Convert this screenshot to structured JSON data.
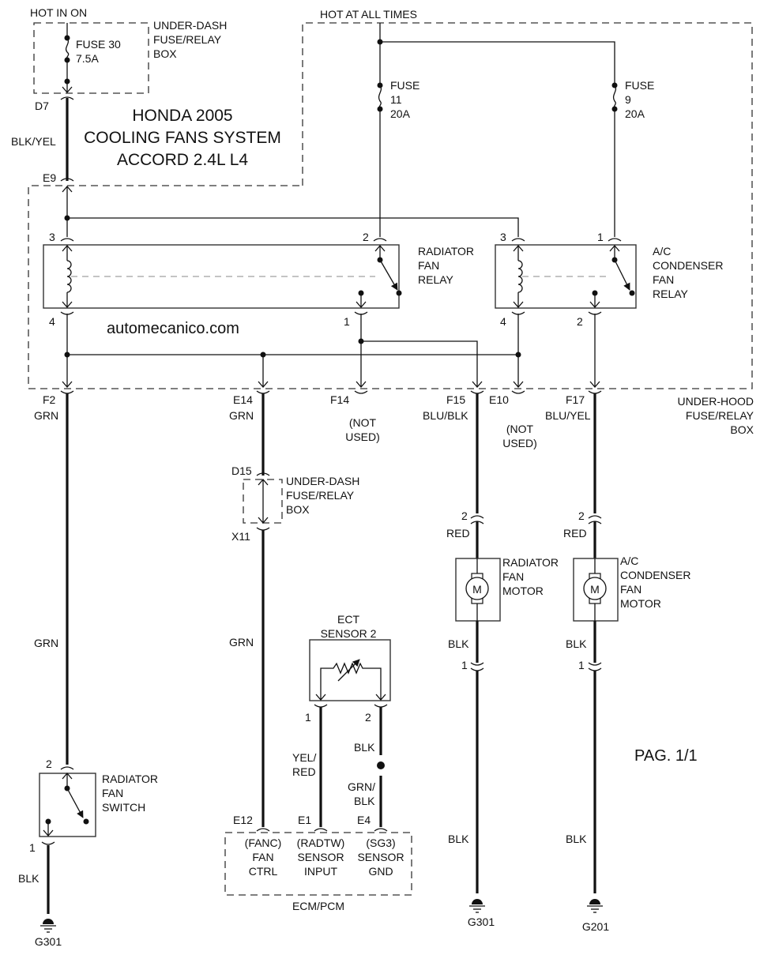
{
  "title": {
    "line1": "HONDA 2005",
    "line2": "COOLING FANS SYSTEM",
    "line3": "ACCORD 2.4L L4"
  },
  "watermark": "automecanico.com",
  "page_label": "PAG. 1/1",
  "power": {
    "hot_in_on": "HOT IN ON",
    "hot_at_all_times": "HOT AT ALL TIMES"
  },
  "boxes": {
    "under_dash_top": [
      "UNDER-DASH",
      "FUSE/RELAY",
      "BOX"
    ],
    "under_dash_mid": [
      "UNDER-DASH",
      "FUSE/RELAY",
      "BOX"
    ],
    "under_hood": [
      "UNDER-HOOD",
      "FUSE/RELAY",
      "BOX"
    ],
    "ecm": "ECM/PCM"
  },
  "fuses": [
    {
      "name": "FUSE 30",
      "rating": "7.5A"
    },
    {
      "name": "FUSE",
      "number": "11",
      "rating": "20A"
    },
    {
      "name": "FUSE",
      "number": "9",
      "rating": "20A"
    }
  ],
  "relays": {
    "radiator": {
      "label": [
        "RADIATOR",
        "FAN",
        "RELAY"
      ],
      "pins": {
        "coil_top": "3",
        "coil_bottom": "4",
        "switch_in": "2",
        "switch_out": "1"
      }
    },
    "condenser": {
      "label": [
        "A/C",
        "CONDENSER",
        "FAN",
        "RELAY"
      ],
      "pins": {
        "coil_top": "3",
        "coil_bottom": "4",
        "switch_in": "1",
        "switch_out": "2"
      }
    }
  },
  "connectors": {
    "D7": "D7",
    "E9": "E9",
    "F2": "F2",
    "E14": "E14",
    "F14": "F14",
    "F15": "F15",
    "E10": "E10",
    "F17": "F17",
    "D15": "D15",
    "X11": "X11",
    "E12": "E12",
    "E1": "E1",
    "E4": "E4"
  },
  "not_used": [
    "(NOT",
    "USED)"
  ],
  "wires": {
    "blk_yel": "BLK/YEL",
    "grn": "GRN",
    "blu_blk": "BLU/BLK",
    "blu_yel": "BLU/YEL",
    "red": "RED",
    "blk": "BLK",
    "yel_red": [
      "YEL/",
      "RED"
    ],
    "grn_blk": [
      "GRN/",
      "BLK"
    ]
  },
  "motors": {
    "radiator": {
      "label": [
        "RADIATOR",
        "FAN",
        "MOTOR"
      ],
      "pin_top": "2",
      "pin_bottom": "1",
      "symbol": "M"
    },
    "condenser": {
      "label": [
        "A/C",
        "CONDENSER",
        "FAN",
        "MOTOR"
      ],
      "pin_top": "2",
      "pin_bottom": "1",
      "symbol": "M"
    }
  },
  "switch": {
    "label": [
      "RADIATOR",
      "FAN",
      "SWITCH"
    ],
    "pin_top": "2",
    "pin_bottom": "1"
  },
  "sensor": {
    "label": [
      "ECT",
      "SENSOR 2"
    ],
    "pin_left": "1",
    "pin_right": "2"
  },
  "ecm_terminals": [
    {
      "code": "(FANC)",
      "line1": "FAN",
      "line2": "CTRL"
    },
    {
      "code": "(RADTW)",
      "line1": "SENSOR",
      "line2": "INPUT"
    },
    {
      "code": "(SG3)",
      "line1": "SENSOR",
      "line2": "GND"
    }
  ],
  "grounds": [
    "G301",
    "G301",
    "G201"
  ]
}
